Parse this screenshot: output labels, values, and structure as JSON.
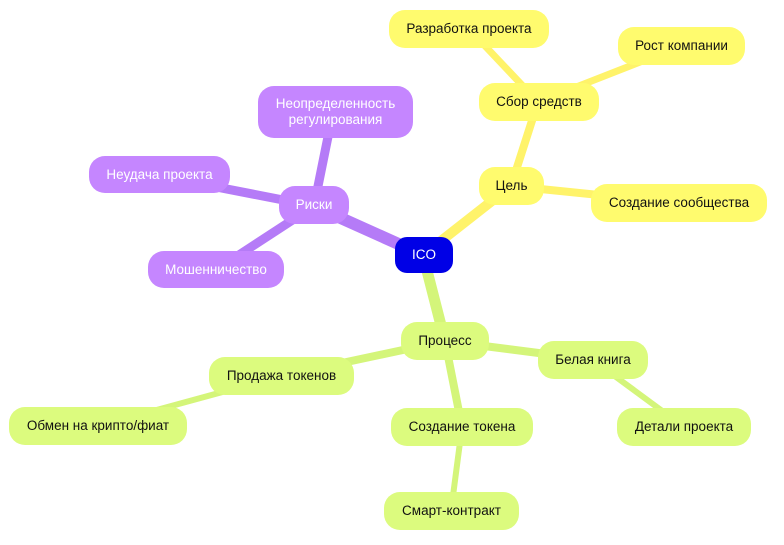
{
  "diagram": {
    "type": "mind-map",
    "colors": {
      "center": "#0000e6",
      "risks": "#c586ff",
      "goal": "#fffb6e",
      "process": "#dcfb7e",
      "line_risks": "#b57bf7",
      "line_goal": "#fff36a",
      "line_process": "#d4f57a"
    },
    "center": {
      "label": "ICO"
    },
    "risks": {
      "label": "Риски",
      "children": [
        {
          "label": "Неопределенность регулирования"
        },
        {
          "label": "Неудача проекта"
        },
        {
          "label": "Мошенничество"
        }
      ]
    },
    "goal": {
      "label": "Цель",
      "children": [
        {
          "label": "Сбор средств",
          "children": [
            {
              "label": "Разработка проекта"
            },
            {
              "label": "Рост компании"
            }
          ]
        },
        {
          "label": "Создание сообщества"
        }
      ]
    },
    "process": {
      "label": "Процесс",
      "children": [
        {
          "label": "Продажа токенов",
          "children": [
            {
              "label": "Обмен на крипто/фиат"
            }
          ]
        },
        {
          "label": "Создание токена",
          "children": [
            {
              "label": "Смарт-контракт"
            }
          ]
        },
        {
          "label": "Белая книга",
          "children": [
            {
              "label": "Детали проекта"
            }
          ]
        }
      ]
    }
  }
}
